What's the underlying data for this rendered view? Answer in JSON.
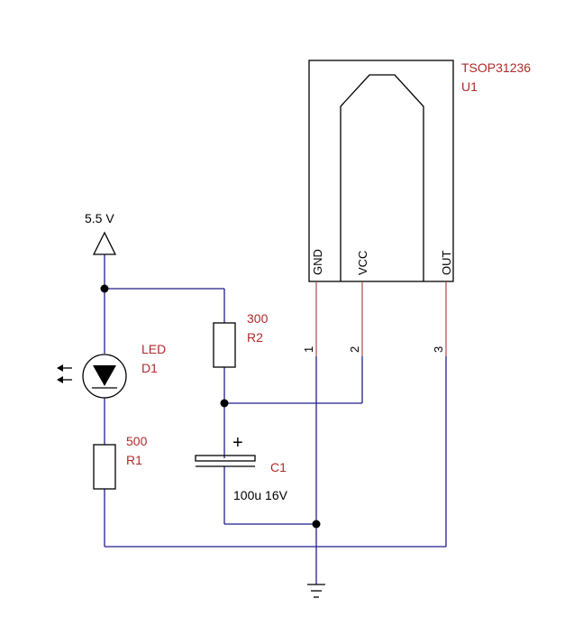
{
  "ic": {
    "part_number": "TSOP31236",
    "designator": "U1"
  },
  "pins": [
    {
      "name": "GND",
      "number": "1"
    },
    {
      "name": "VCC",
      "number": "2"
    },
    {
      "name": "OUT",
      "number": "3"
    }
  ],
  "supply": {
    "voltage": "5.5 V"
  },
  "led": {
    "value": "LED",
    "designator": "D1"
  },
  "r1": {
    "value": "500",
    "designator": "R1"
  },
  "r2": {
    "value": "300",
    "designator": "R2"
  },
  "c1": {
    "designator": "C1",
    "value": "100u 16V",
    "polarity_mark": "+"
  },
  "colors": {
    "wire": "#1f1f8c",
    "label": "#b02a2a",
    "component": "#000000"
  }
}
